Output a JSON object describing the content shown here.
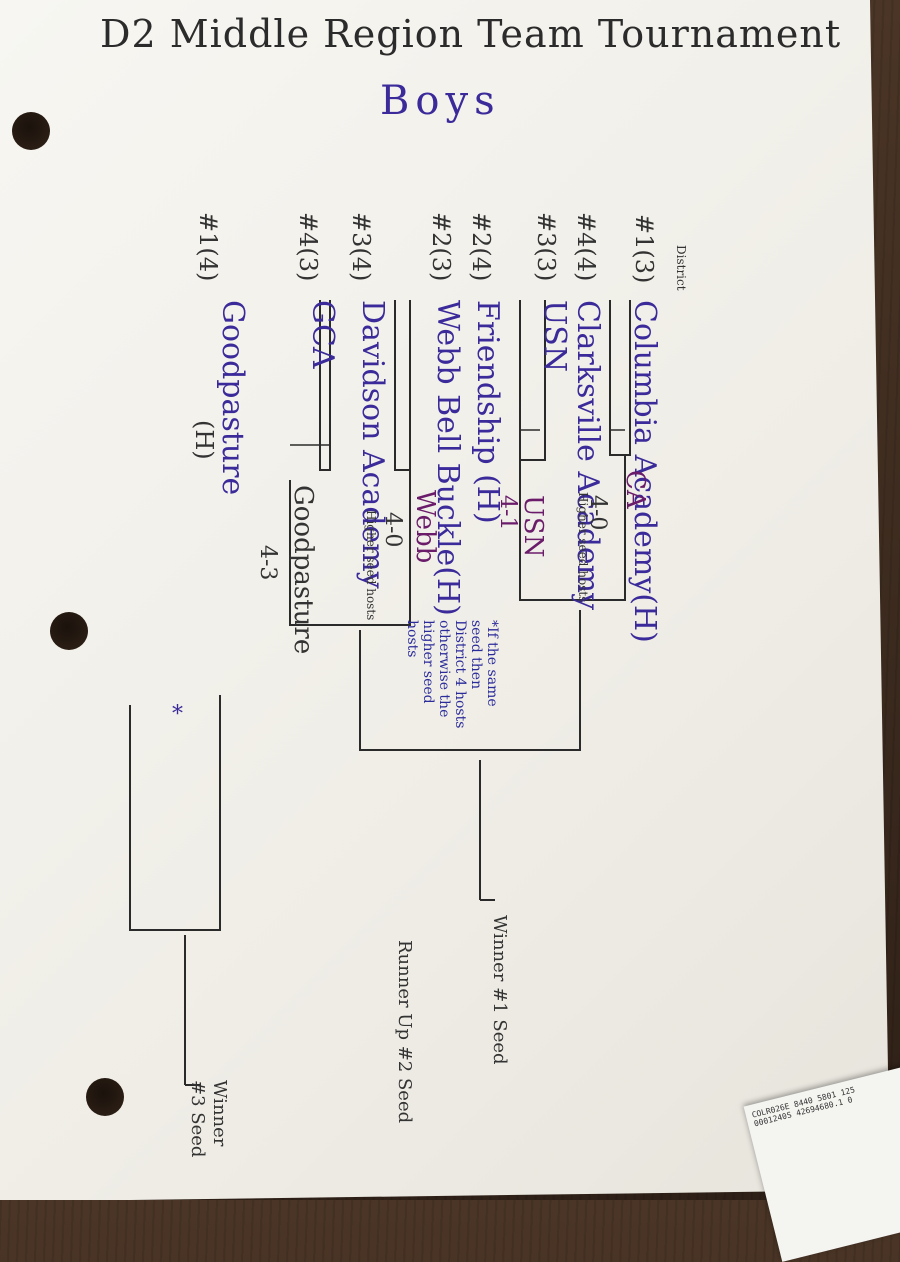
{
  "title": "D2 Middle Region Team Tournament",
  "subtitle": "Boys",
  "district_label": "District",
  "bracket": [
    {
      "seed": "#1(3)",
      "team": "Columbia Academy(H)"
    },
    {
      "seed": "#4(4)",
      "team": "Clarksville Academy"
    },
    {
      "seed": "#3(3)",
      "team": "USN"
    },
    {
      "seed": "#2(4)",
      "team": "Friendship (H)"
    },
    {
      "seed": "#2(3)",
      "team": "Webb Bell Buckle(H)"
    },
    {
      "seed": "#3(4)",
      "team": "Davidson Academy"
    },
    {
      "seed": "#4(3)",
      "team": "GCA"
    },
    {
      "seed": "#1(4)",
      "team": "Goodpasture",
      "host": "(H)"
    }
  ],
  "round2": [
    {
      "winner": "CA",
      "score": "4-0",
      "note": "Higher seed hosts"
    },
    {
      "winner": "USN",
      "score": "4-1"
    },
    {
      "winner": "Webb",
      "score": "4-0",
      "note": "Higher seed hosts"
    },
    {
      "winner": "Goodpasture",
      "score": "4-3"
    }
  ],
  "footnote": "*If the same seed then District 4 hosts otherwise the higher seed hosts",
  "asterisk": "*",
  "results": {
    "winner": "Winner #1 Seed",
    "runner_up": "Runner Up #2 Seed",
    "third": "Winner #3 Seed"
  },
  "envelope_text": [
    "COLR026E 8440 5801 125",
    "0001240S 42694680.1 0"
  ]
}
